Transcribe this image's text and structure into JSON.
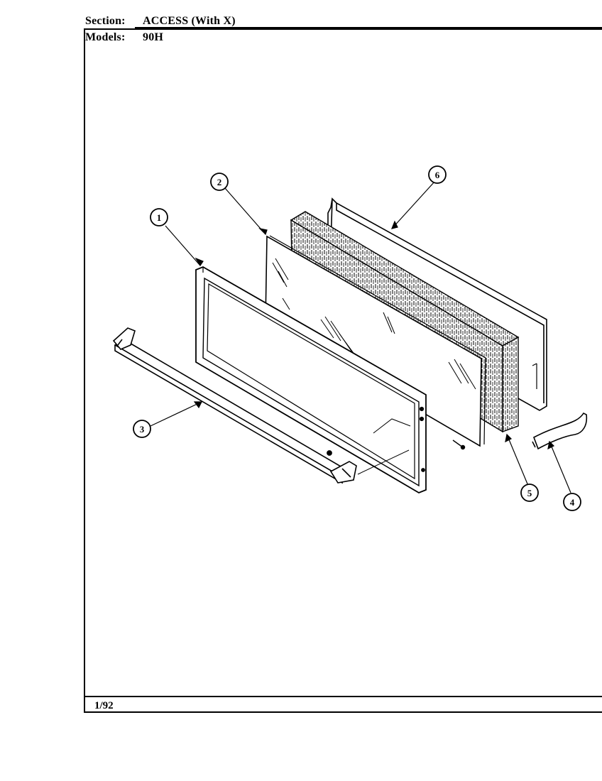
{
  "header": {
    "section_label": "Section:",
    "section_value": "ACCESS (With X)",
    "models_label": "Models:",
    "models_value": "90H"
  },
  "footer": {
    "date": "1/92"
  },
  "callouts": [
    {
      "label": "1"
    },
    {
      "label": "2"
    },
    {
      "label": "3"
    },
    {
      "label": "4"
    },
    {
      "label": "5"
    },
    {
      "label": "6"
    }
  ]
}
